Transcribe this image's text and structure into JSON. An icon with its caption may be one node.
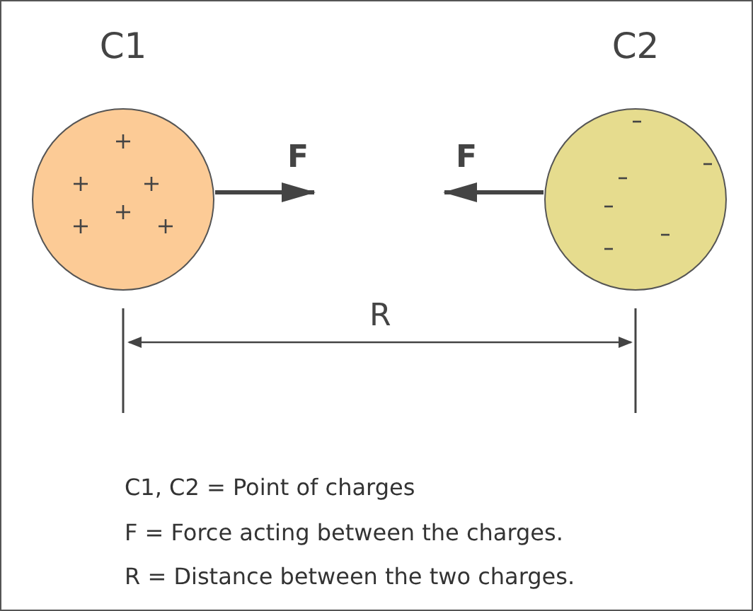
{
  "diagram": {
    "nodes": [
      {
        "text": [
          "C1"
        ]
      },
      {
        "text": [
          "C2"
        ]
      }
    ],
    "labels": [
      "F",
      "F",
      "R",
      "C1, C2 = Point of charges",
      "F = Force acting between the charges.",
      "R = Distance between the two charges."
    ]
  }
}
